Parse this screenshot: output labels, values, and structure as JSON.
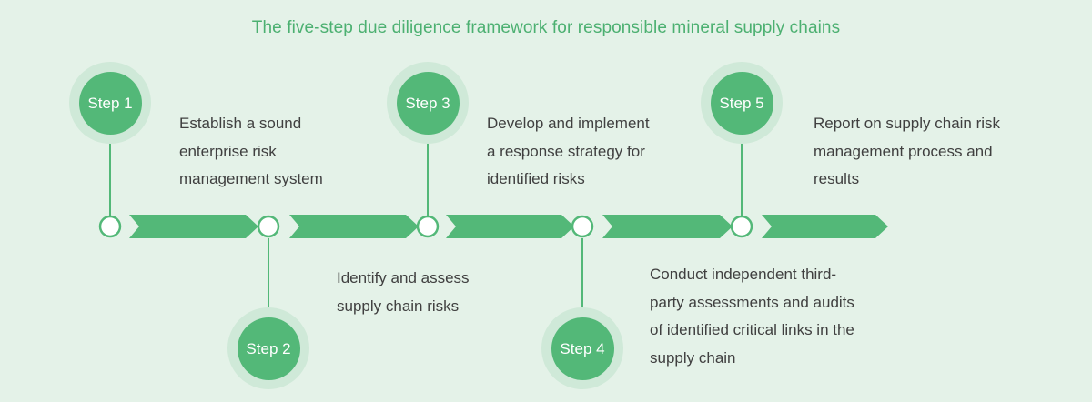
{
  "title": "The five-step due diligence framework for responsible mineral supply chains",
  "colors": {
    "background": "#e4f2e8",
    "accent_green": "#53b878",
    "title_green": "#4cb071",
    "halo_green": "#cfe9d8",
    "body_text": "#404040",
    "node_fill": "#ffffff"
  },
  "steps": [
    {
      "label": "Step 1",
      "position": "above",
      "description_lines": [
        "Establish a sound",
        "enterprise risk",
        "management system"
      ]
    },
    {
      "label": "Step 2",
      "position": "below",
      "description_lines": [
        "Identify and assess",
        "supply chain risks"
      ]
    },
    {
      "label": "Step 3",
      "position": "above",
      "description_lines": [
        "Develop and implement",
        "a response strategy for",
        "identified risks"
      ]
    },
    {
      "label": "Step 4",
      "position": "below",
      "description_lines": [
        "Conduct independent third-",
        "party assessments and audits",
        "of identified critical links in the",
        "supply chain"
      ]
    },
    {
      "label": "Step 5",
      "position": "above",
      "description_lines": [
        "Report on supply chain risk",
        "management process and",
        "results"
      ]
    }
  ]
}
